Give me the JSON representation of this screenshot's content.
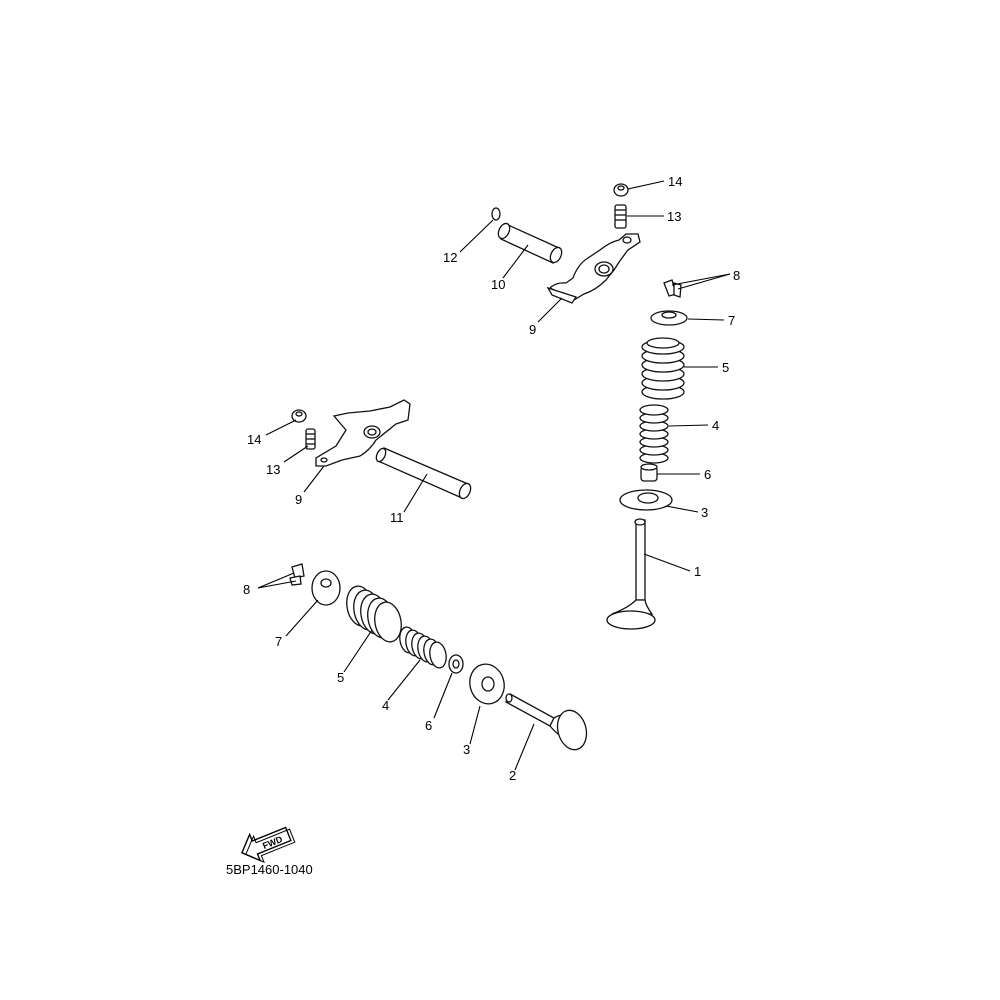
{
  "catalog_code": "5BP1460-1040",
  "fwd_label": "FWD",
  "callouts": {
    "c1": "1",
    "c2": "2",
    "c3a": "3",
    "c3b": "3",
    "c4a": "4",
    "c4b": "4",
    "c5a": "5",
    "c5b": "5",
    "c6a": "6",
    "c6b": "6",
    "c7a": "7",
    "c7b": "7",
    "c8a": "8",
    "c8b": "8",
    "c9a": "9",
    "c9b": "9",
    "c10": "10",
    "c11": "11",
    "c12": "12",
    "c13a": "13",
    "c13b": "13",
    "c14a": "14",
    "c14b": "14"
  },
  "icons": {
    "fwd": "fwd-arrow-icon"
  }
}
